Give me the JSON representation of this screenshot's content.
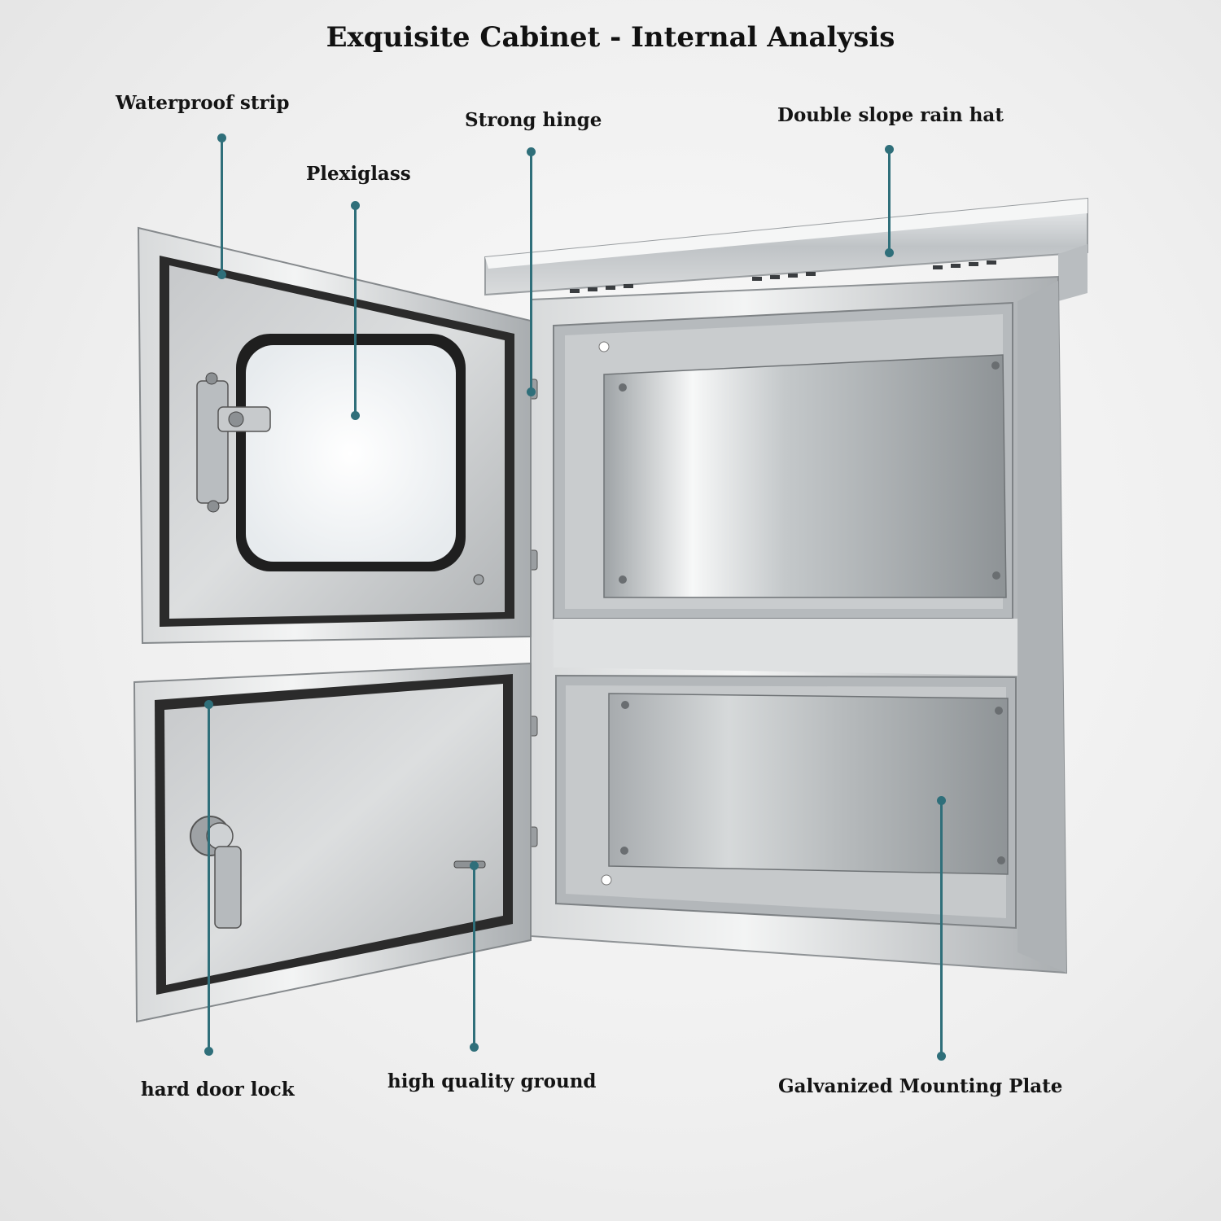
{
  "title": "Exquisite Cabinet - Internal Analysis",
  "callouts": {
    "waterproof_strip": "Waterproof strip",
    "plexiglass": "Plexiglass",
    "strong_hinge": "Strong hinge",
    "double_slope_rain_hat": "Double slope rain hat",
    "hard_door_lock": "hard door lock",
    "high_quality_ground": "high quality ground",
    "galvanized_mounting_plate": "Galvanized Mounting Plate"
  },
  "colors": {
    "leader": "#2f6f7a",
    "steel": "#c9cbcd",
    "gasket": "#2a2a2a"
  }
}
